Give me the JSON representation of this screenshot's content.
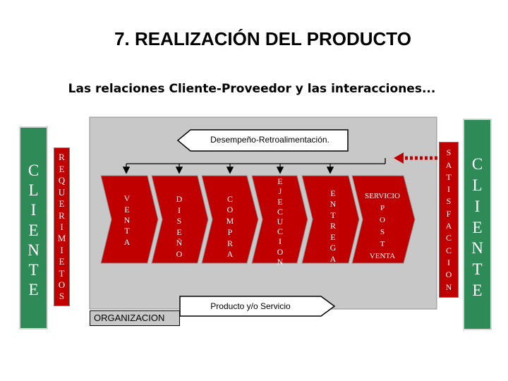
{
  "title": "7.  REALIZACIÓN DEL PRODUCTO",
  "subtitle": "Las relaciones Cliente-Proveedor y las interacciones...",
  "left_client": {
    "letters": [
      "C",
      "L",
      "I",
      "E",
      "N",
      "T",
      "E"
    ]
  },
  "requisitos": {
    "letters": [
      "R",
      "E",
      "Q",
      "U",
      "E",
      "R",
      "I",
      "M",
      "I",
      "E",
      "T",
      "O",
      "S"
    ]
  },
  "feedback_arrow": {
    "label": "Desempeño-Retroalimentación."
  },
  "product_arrow": {
    "label": "Producto y/o Servicio"
  },
  "stages": [
    {
      "letters": [
        "V",
        "E",
        "N",
        "T",
        "A"
      ]
    },
    {
      "letters": [
        "D",
        "I",
        "S",
        "E",
        "Ñ",
        "O"
      ]
    },
    {
      "letters": [
        "C",
        "O",
        "M",
        "P",
        "R",
        "A"
      ]
    },
    {
      "letters": [
        "E",
        "J",
        "E",
        "C",
        "U",
        "C",
        "I",
        "O",
        "N"
      ]
    },
    {
      "letters": [
        "E",
        "N",
        "T",
        "R",
        "E",
        "G",
        "A"
      ]
    }
  ],
  "service": {
    "lines": [
      "SERVICIO",
      "P",
      "O",
      "S",
      "T",
      "VENTA"
    ]
  },
  "organizacion": "ORGANIZACION",
  "satisfaccion": {
    "letters": [
      "S",
      "A",
      "T",
      "I",
      "S",
      "F",
      "A",
      "C",
      "C",
      "I",
      "O",
      "N"
    ]
  },
  "right_client": {
    "letters": [
      "C",
      "L",
      "I",
      "E",
      "N",
      "T",
      "E"
    ]
  },
  "colors": {
    "green": "#2e8b57",
    "red": "#c00000",
    "panel": "#c8c8c8"
  }
}
